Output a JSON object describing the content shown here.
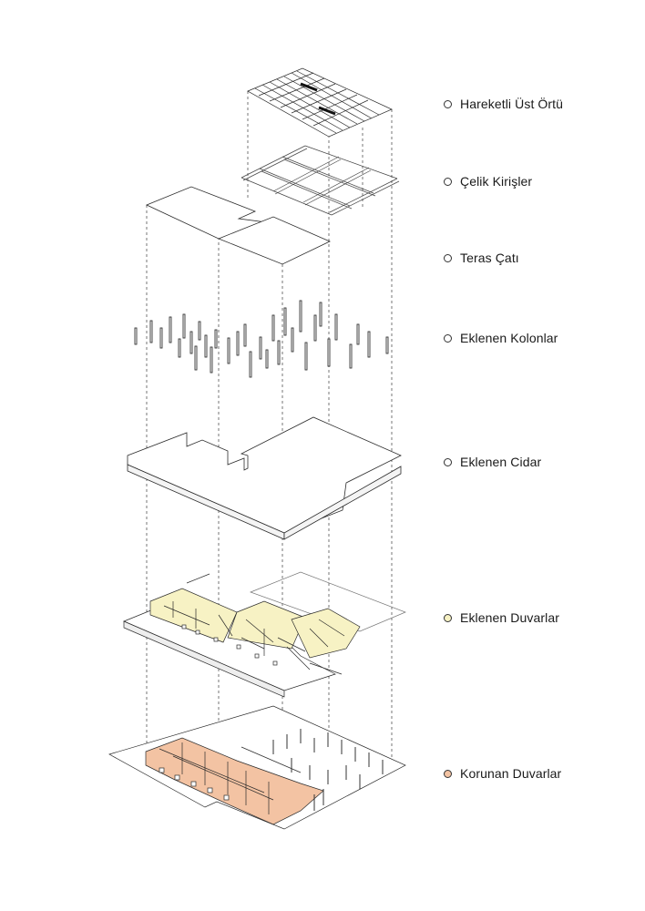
{
  "legend": [
    {
      "id": "moving-roof",
      "label": "Hareketli Üst Örtü",
      "color": "#ffffff"
    },
    {
      "id": "steel-beams",
      "label": "Çelik Kirişler",
      "color": "#ffffff"
    },
    {
      "id": "terrace-roof",
      "label": "Teras Çatı",
      "color": "#ffffff"
    },
    {
      "id": "added-columns",
      "label": "Eklenen Kolonlar",
      "color": "#ffffff"
    },
    {
      "id": "added-envelope",
      "label": "Eklenen Cidar",
      "color": "#ffffff"
    },
    {
      "id": "added-walls",
      "label": "Eklenen Duvarlar",
      "color": "#f7f2c4"
    },
    {
      "id": "preserved-walls",
      "label": "Korunan Duvarlar",
      "color": "#f3c3a3"
    }
  ],
  "colors": {
    "line": "#2b2b2b",
    "added_walls_fill": "#f7f2c4",
    "preserved_walls_fill": "#f3c3a3"
  }
}
